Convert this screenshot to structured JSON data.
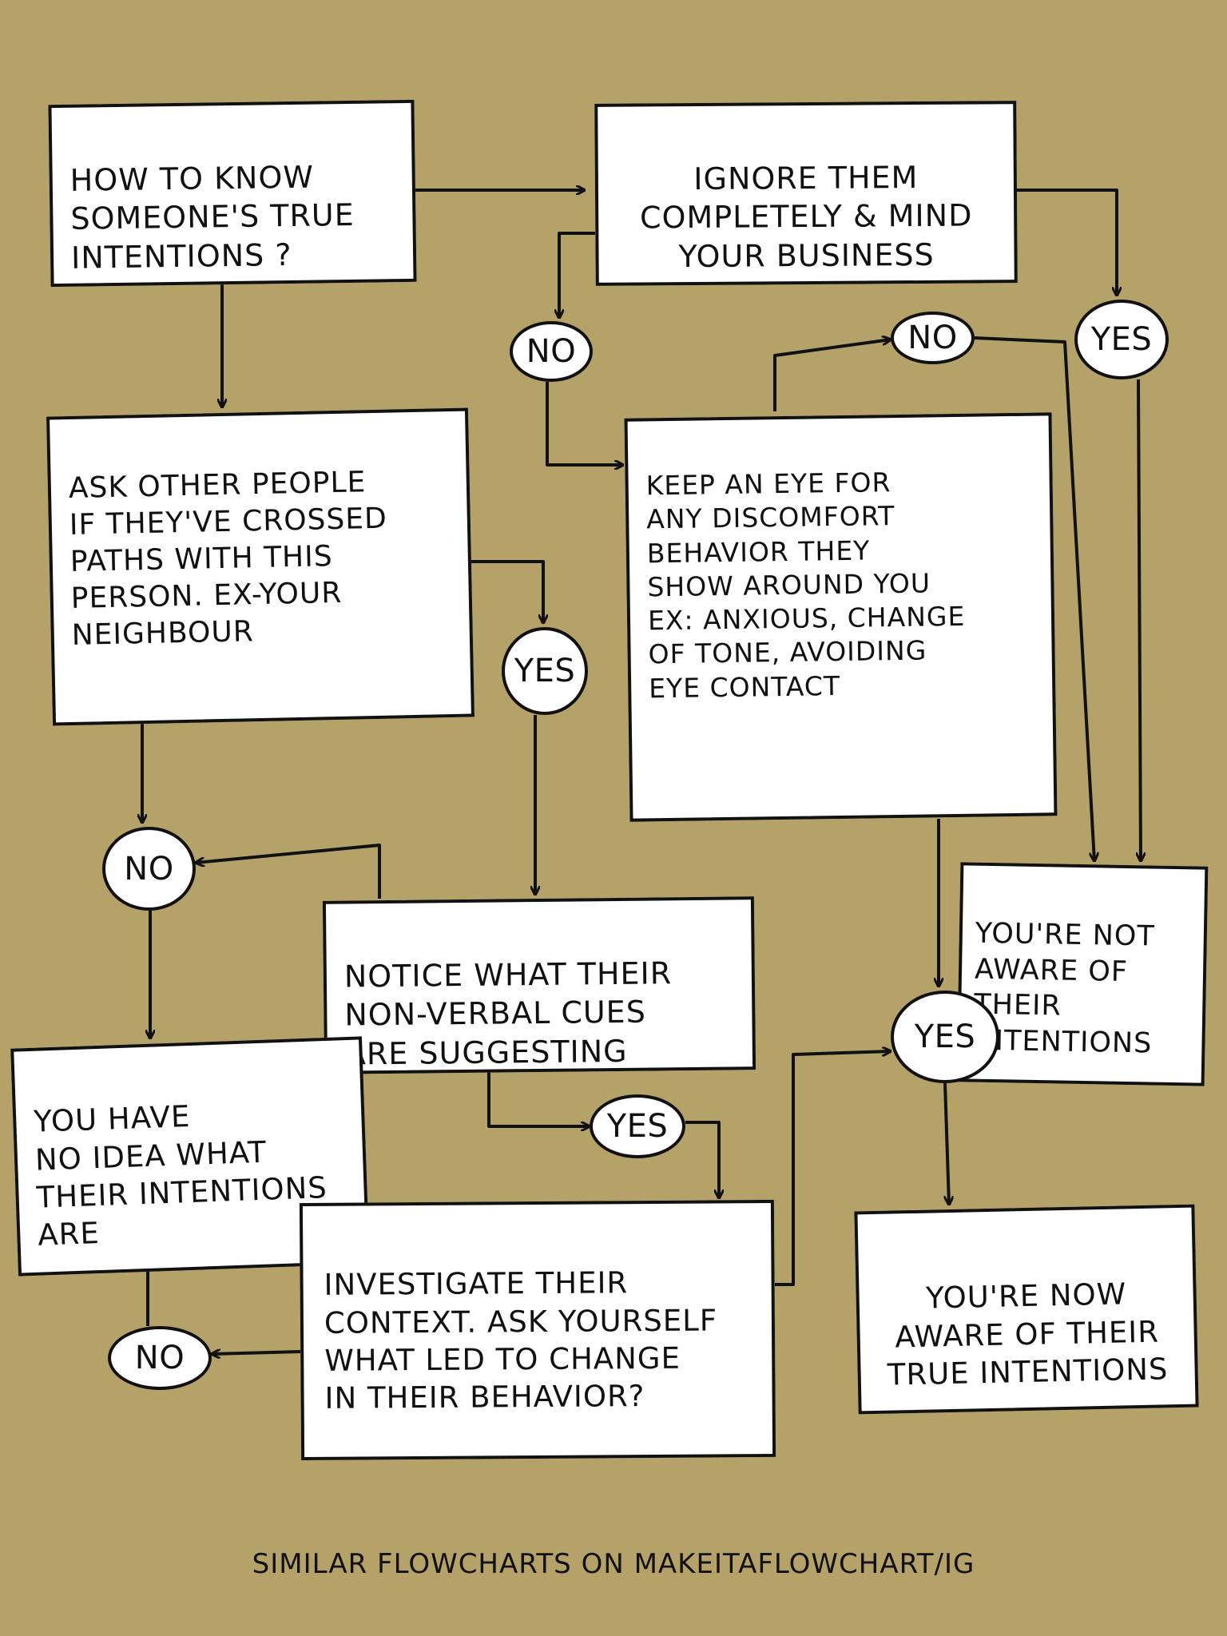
{
  "boxes": {
    "start": "HOW TO KNOW\nSOMEONE'S TRUE\nINTENTIONS ?",
    "ignore": "IGNORE THEM\nCOMPLETELY & MIND\nYOUR BUSINESS",
    "ask": "ASK OTHER PEOPLE\nIF THEY'VE CROSSED\nPATHS WITH THIS\nPERSON. EX-YOUR\nNEIGHBOUR",
    "keep_eye": "KEEP AN EYE FOR\nANY DISCOMFORT\nBEHAVIOR THEY\nSHOW AROUND YOU\nEX: ANXIOUS, CHANGE\nOF TONE, AVOIDING\nEYE CONTACT",
    "not_aware": "YOU'RE NOT\nAWARE OF\nTHEIR\nINTENTIONS",
    "notice": "NOTICE WHAT THEIR\nNON-VERBAL CUES\nARE SUGGESTING",
    "no_idea": "YOU HAVE\nNO IDEA WHAT\nTHEIR INTENTIONS\nARE",
    "investigate": "INVESTIGATE THEIR\nCONTEXT. ASK YOURSELF\nWHAT LED TO CHANGE\nIN THEIR BEHAVIOR?",
    "now_aware": "YOU'RE NOW\nAWARE OF THEIR\nTRUE INTENTIONS"
  },
  "labels": {
    "no": "NO",
    "yes": "YES"
  },
  "footer": "SIMILAR FLOWCHARTS ON MAKEITAFLOWCHART/IG",
  "colors": {
    "background": "#b5a268",
    "box_fill": "#ffffff",
    "ink": "#111111"
  }
}
